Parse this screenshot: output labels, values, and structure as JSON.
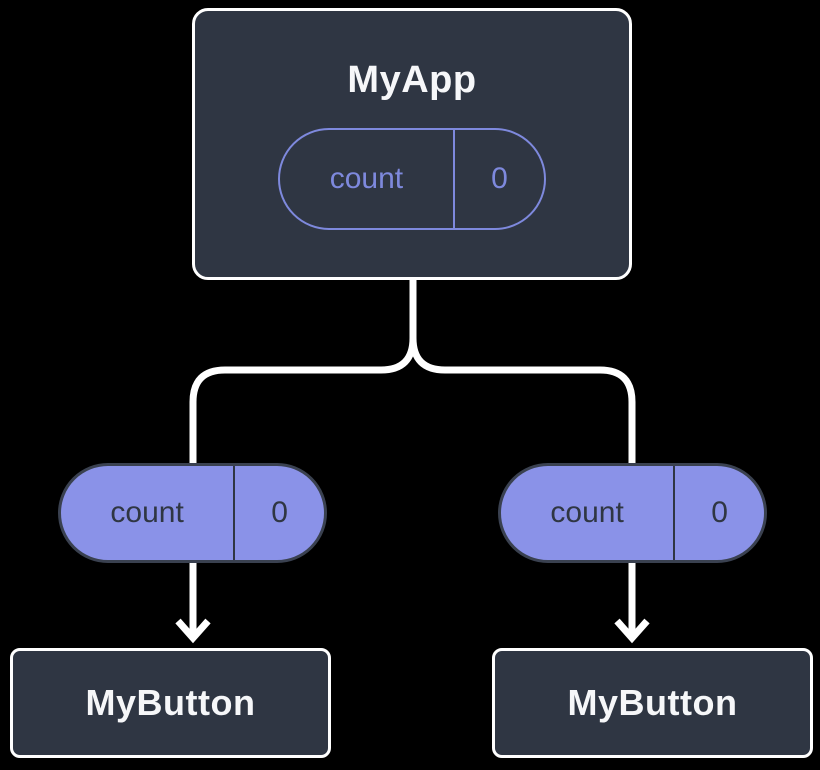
{
  "diagram": {
    "root": {
      "label": "MyApp",
      "state_pill": {
        "name": "count",
        "value": "0"
      }
    },
    "branches": [
      {
        "prop_pill": {
          "name": "count",
          "value": "0"
        },
        "child": {
          "label": "MyButton"
        }
      },
      {
        "prop_pill": {
          "name": "count",
          "value": "0"
        },
        "child": {
          "label": "MyButton"
        }
      }
    ],
    "colors": {
      "canvas_bg": "#000000",
      "card_bg": "#2F3643",
      "card_border": "#FFFFFF",
      "card_text": "#F6F7F9",
      "accent_purple_line": "#7E89DD",
      "accent_purple_fill": "#8A92E8",
      "pill_dark_border": "#3A4150",
      "pill_dark_text": "#2F3643",
      "connector": "#FFFFFF"
    }
  }
}
